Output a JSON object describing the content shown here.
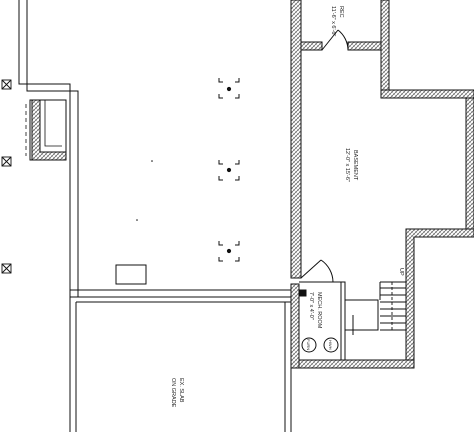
{
  "drawing": {
    "stroke_color": "#111111",
    "hatch_color": "#555555",
    "background_color": "#ffffff"
  },
  "labels": {
    "top_room_name": "REC",
    "top_room_dims": "11'-6\" x 6'-6\"",
    "basement_name": "BASEMENT",
    "basement_dims": "12'-0\" x 15'-6\"",
    "mech_room_name": "MECH. ROOM",
    "mech_room_dims": "7'-0\" x 4'-0\"",
    "slab_line1": "EX. SLAB",
    "slab_line2": "ON GRADE",
    "furnace_tag": "FURN",
    "water_heater_tag": "HWH",
    "stair_label": "UP"
  }
}
